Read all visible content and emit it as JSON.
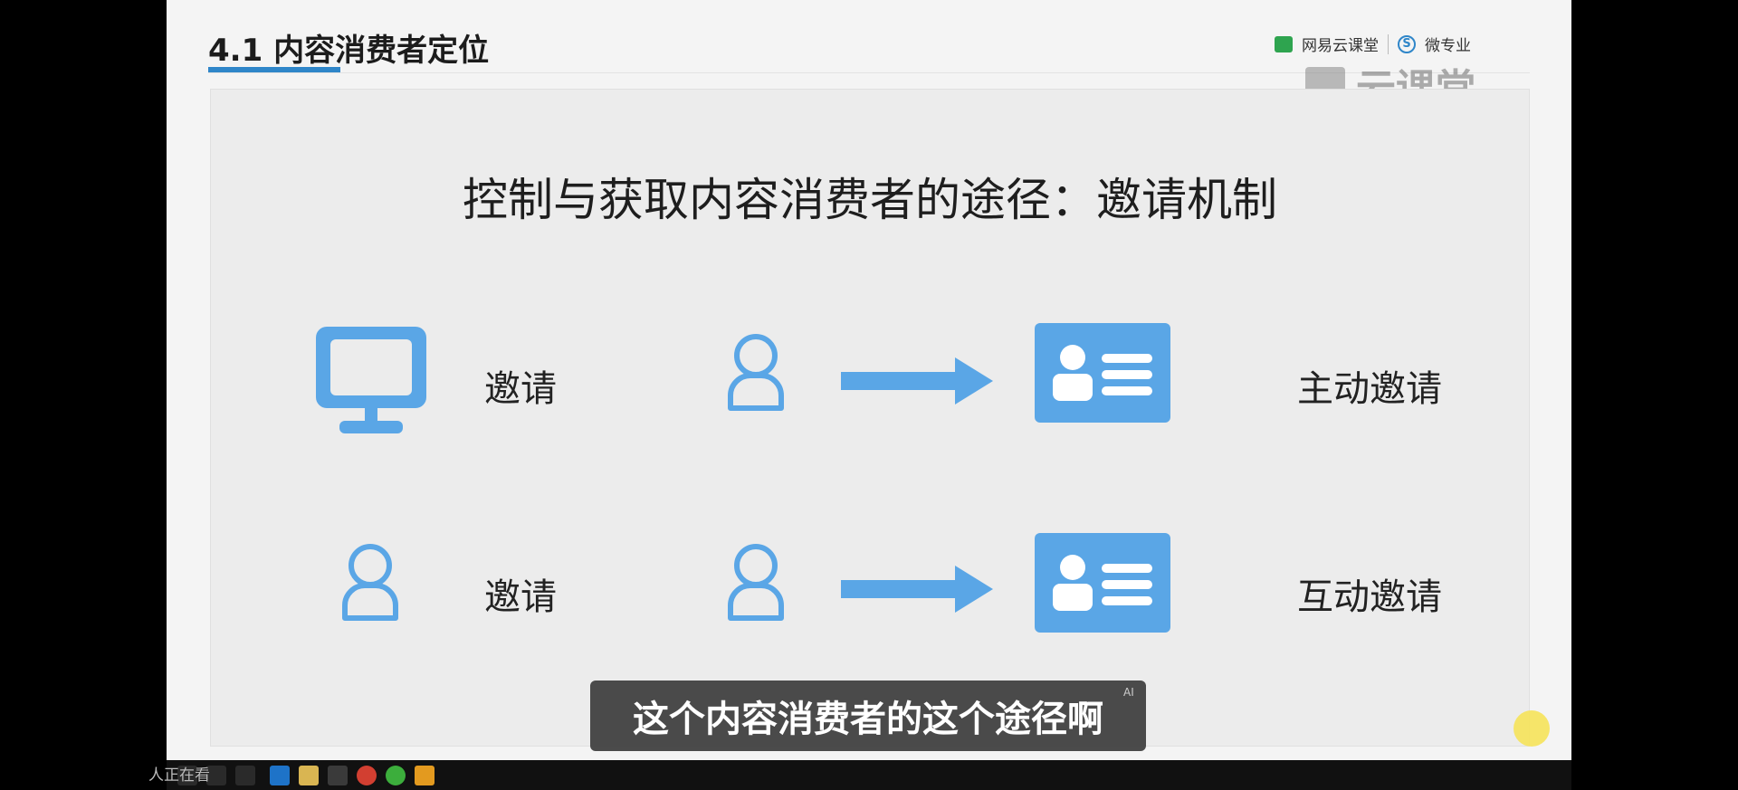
{
  "slide": {
    "title": "4.1 内容消费者定位",
    "brand": {
      "netease_label": "网易云课堂",
      "micro_label": "微专业",
      "micro_badge": "S",
      "watermark_label": "云课堂"
    },
    "heading": "控制与获取内容消费者的途径：邀请机制",
    "rows": [
      {
        "left_label": "邀请",
        "right_label": "主动邀请"
      },
      {
        "left_label": "邀请",
        "right_label": "互动邀请"
      }
    ],
    "accent_color": "#5aa6e6"
  },
  "subtitle": {
    "text": "这个内容消费者的这个途径啊",
    "ai_badge": "AI"
  },
  "overlay": {
    "viewer_text": "人正在看"
  }
}
